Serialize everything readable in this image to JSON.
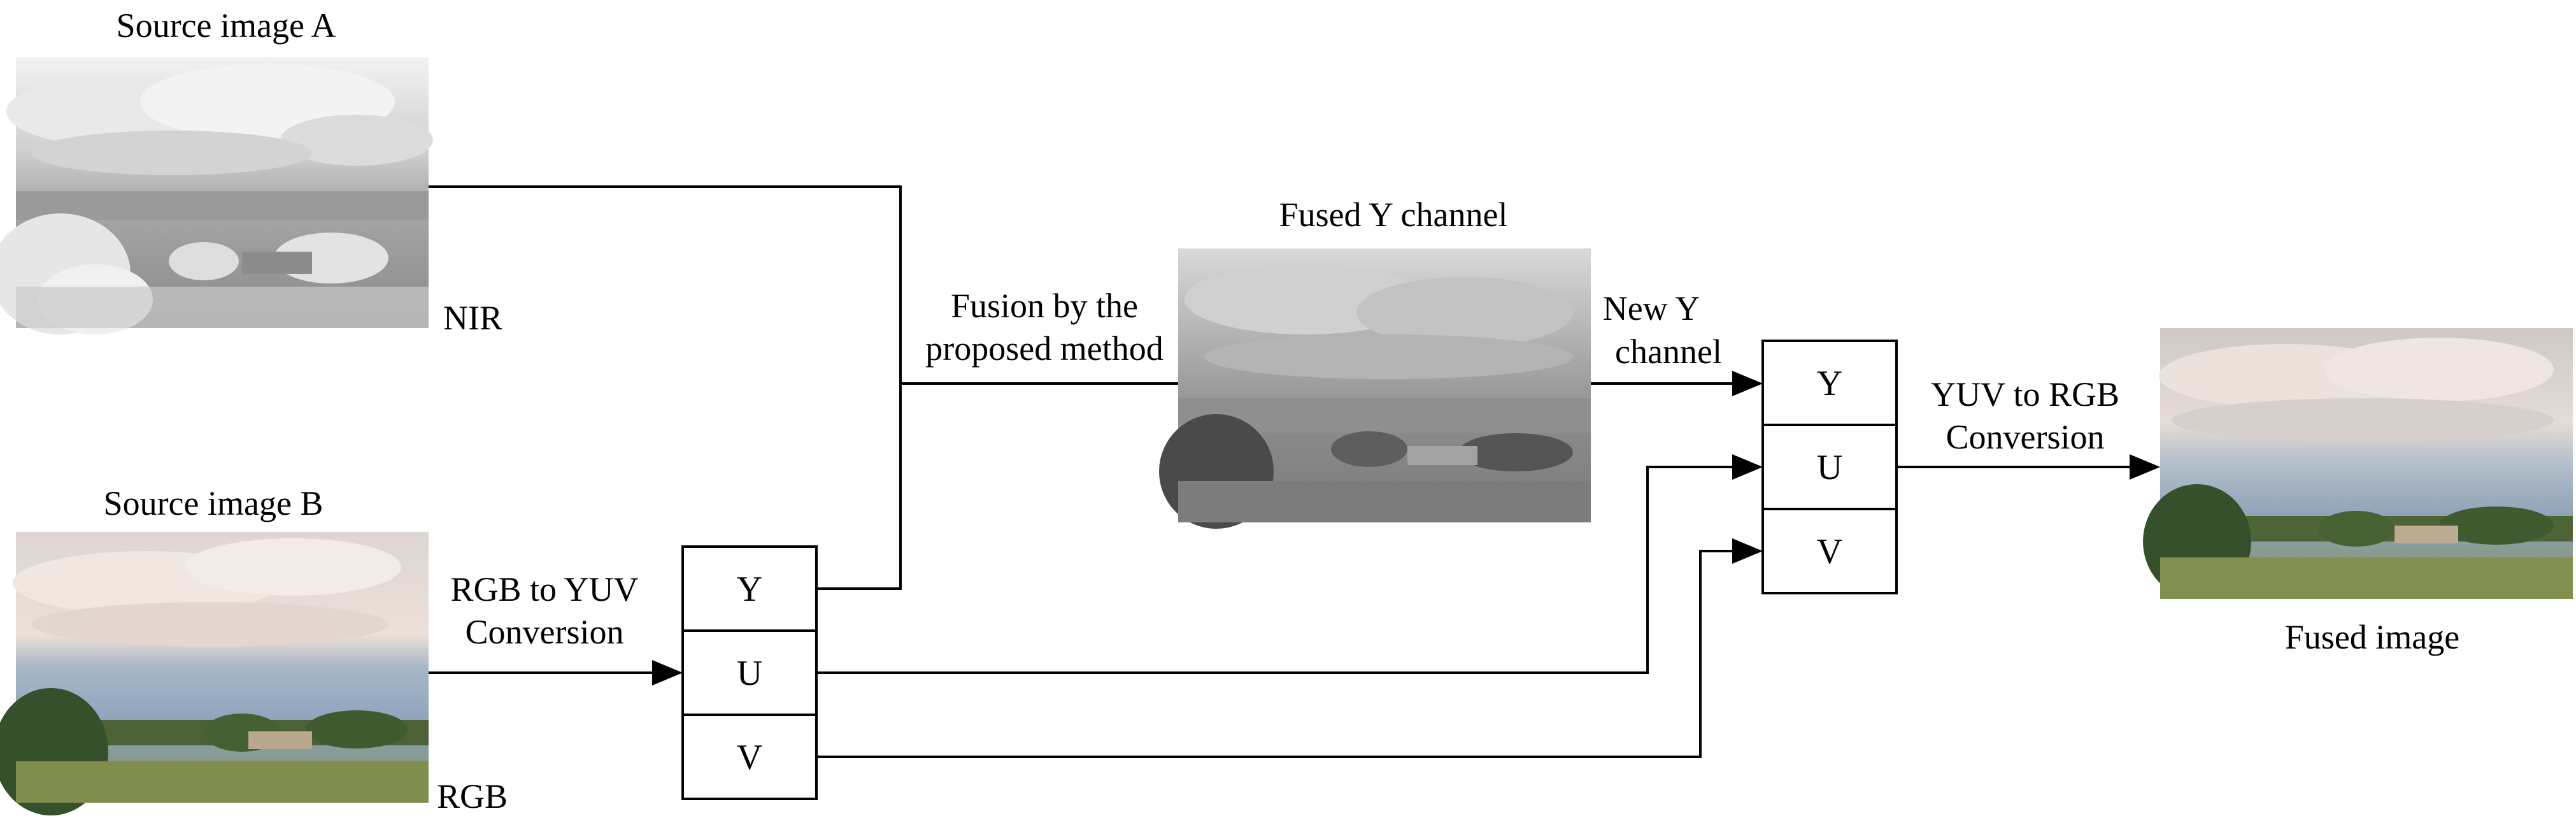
{
  "labels": {
    "source_a_title": "Source image A",
    "source_b_title": "Source image B",
    "nir": "NIR",
    "rgb": "RGB",
    "rgb_to_yuv_line1": "RGB to YUV",
    "rgb_to_yuv_line2": "Conversion",
    "fusion_line1": "Fusion by the",
    "fusion_line2": "proposed method",
    "fused_y_title": "Fused Y channel",
    "new_y_line1": "New Y",
    "new_y_line2": "channel",
    "yuv_to_rgb_line1": "YUV to RGB",
    "yuv_to_rgb_line2": "Conversion",
    "fused_image": "Fused image"
  },
  "yuv_box_left": {
    "y": "Y",
    "u": "U",
    "v": "V"
  },
  "yuv_box_right": {
    "y": "Y",
    "u": "U",
    "v": "V"
  },
  "colors": {
    "stroke": "#000000",
    "nir_sky": "#d6d6d6",
    "gray_sky": "#b5b5b5",
    "rgb_sky": "#e8dcd6",
    "rgb_water": "#9fb3c6",
    "grass": "#8a9a5a",
    "foliage": "#3f5b2c"
  }
}
